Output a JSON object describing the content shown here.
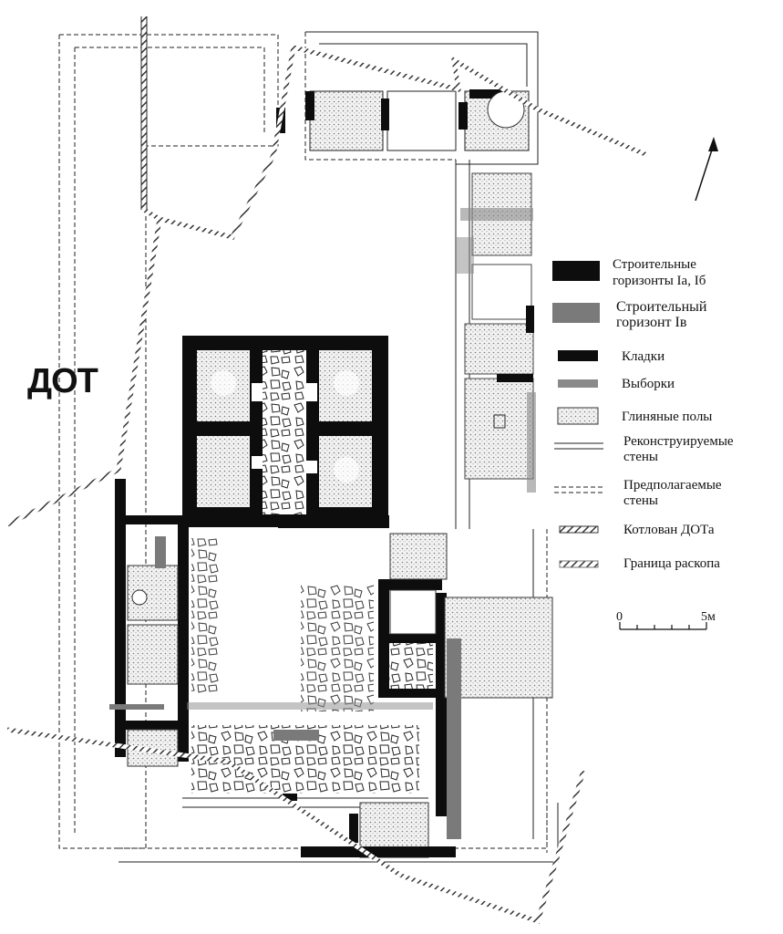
{
  "site_label": "ДОТ",
  "legend": {
    "items": [
      {
        "key": "horizons-Ia-Ib",
        "lines": [
          "Строительные",
          "горизонты Ia, Iб"
        ],
        "color": "#0d0d0d"
      },
      {
        "key": "horizon-Iv",
        "lines": [
          "Строительный",
          "горизонт Iв"
        ],
        "color": "#7a7a7a"
      },
      {
        "key": "masonry",
        "lines": [
          "Кладки"
        ],
        "color": "#0d0d0d"
      },
      {
        "key": "pits",
        "lines": [
          "Выборки"
        ],
        "color": "#8a8a8a"
      },
      {
        "key": "clay-floors",
        "lines": [
          "Глиняные полы"
        ],
        "color": "#d0d0d0"
      },
      {
        "key": "reconstructed-walls",
        "lines": [
          "Реконструируемые",
          "стены"
        ],
        "color": "#222222"
      },
      {
        "key": "assumed-walls",
        "lines": [
          "Предполагаемые",
          "стены"
        ],
        "color": "#222222"
      },
      {
        "key": "dot-pit",
        "lines": [
          "Котлован ДОТа"
        ],
        "color": "#555555"
      },
      {
        "key": "excavation-border",
        "lines": [
          "Граница раскопа"
        ],
        "color": "#777777"
      }
    ]
  },
  "scale": {
    "start": "0",
    "end": "5м"
  },
  "north_arrow": {
    "icon": "north-arrow-icon"
  }
}
